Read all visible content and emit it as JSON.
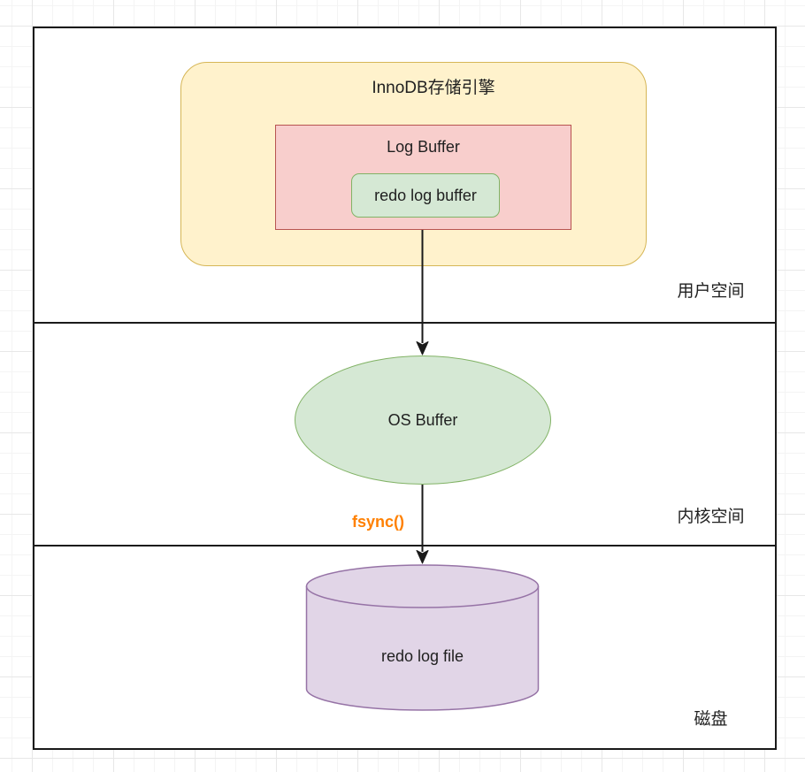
{
  "sections": {
    "user_space": {
      "label": "用户空间"
    },
    "kernel_space": {
      "label": "内核空间"
    },
    "disk": {
      "label": "磁盘"
    }
  },
  "nodes": {
    "innodb_engine": {
      "label": "InnoDB存储引擎"
    },
    "log_buffer": {
      "label": "Log Buffer"
    },
    "redo_log_buffer": {
      "label": "redo log buffer"
    },
    "os_buffer": {
      "label": "OS Buffer"
    },
    "redo_log_file": {
      "label": "redo log file"
    }
  },
  "edges": {
    "buffer_to_os": {
      "from": "redo log buffer",
      "to": "OS Buffer",
      "label": ""
    },
    "os_to_disk": {
      "from": "OS Buffer",
      "to": "redo log file",
      "label": "fsync()"
    }
  },
  "fsync": {
    "label": "fsync()"
  },
  "colors": {
    "yellow_fill": "#FFF2CC",
    "yellow_stroke": "#D6B656",
    "red_fill": "#F8CECC",
    "red_stroke": "#B85450",
    "green_fill": "#D5E8D4",
    "green_stroke": "#82B366",
    "purple_fill": "#E1D5E7",
    "purple_stroke": "#9673A6",
    "line": "#1A1A1A",
    "text": "#1F1F1F",
    "fsync": "#FF8000",
    "grid_major": "#E7E7E7",
    "grid_minor": "#F4F4F4"
  }
}
